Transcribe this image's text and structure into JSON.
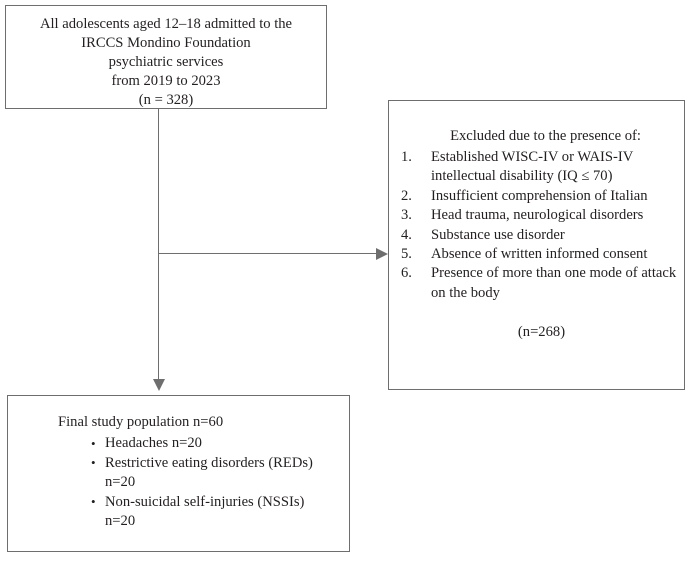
{
  "diagram": {
    "source_box": {
      "lines": [
        "All adolescents aged 12–18 admitted to the",
        "IRCCS Mondino Foundation",
        "psychiatric services",
        "from 2019 to 2023",
        "(n = 328)"
      ]
    },
    "excluded_box": {
      "heading": "Excluded due to the presence of:",
      "items": [
        {
          "number": "1.",
          "text": "Established WISC-IV or WAIS-IV intellectual disability (IQ ≤ 70)"
        },
        {
          "number": "2.",
          "text": "Insufficient comprehension of Italian"
        },
        {
          "number": "3.",
          "text": "Head trauma, neurological disorders"
        },
        {
          "number": "4.",
          "text": "Substance use disorder"
        },
        {
          "number": "5.",
          "text": "Absence of written informed consent"
        },
        {
          "number": "6.",
          "text": "Presence of more than one mode of attack on the body"
        }
      ],
      "total": "(n=268)"
    },
    "final_box": {
      "heading": "Final study population n=60",
      "items": [
        {
          "bullet": "•",
          "text": "Headaches n=20",
          "continuation": ""
        },
        {
          "bullet": "•",
          "text": "Restrictive eating disorders (REDs)",
          "continuation": "n=20"
        },
        {
          "bullet": "•",
          "text": "Non-suicidal self-injuries (NSSIs)",
          "continuation": "n=20"
        }
      ]
    },
    "connectors": {
      "vertical_label": "source-to-final-connector",
      "horizontal_label": "source-to-excluded-connector"
    },
    "colors": {
      "line": "#6e6e6e",
      "text": "#231f20",
      "background": "#ffffff"
    }
  }
}
